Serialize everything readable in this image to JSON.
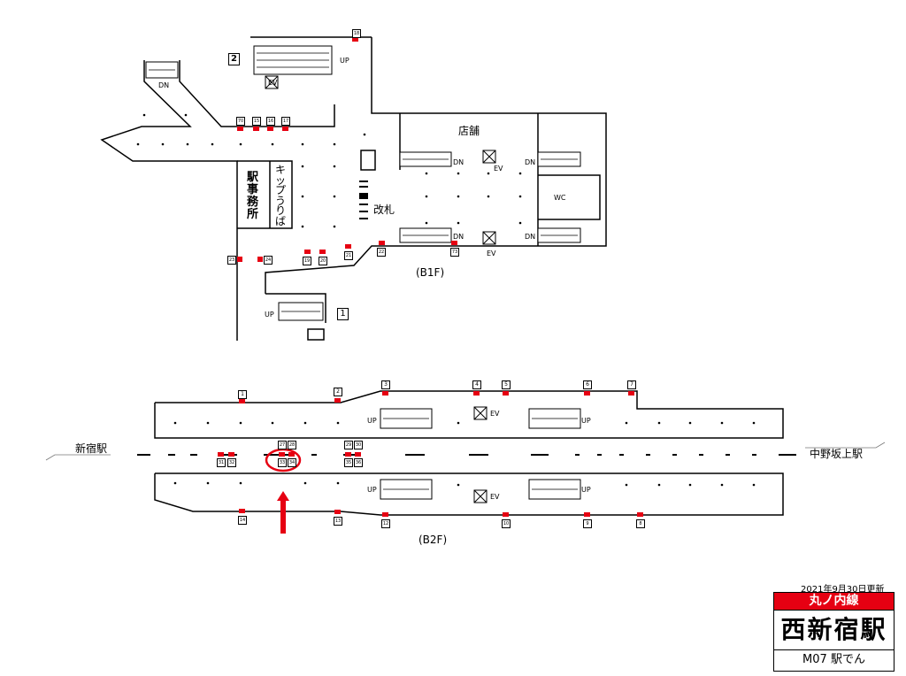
{
  "floors": {
    "b1": "(B1F)",
    "b2": "(B2F)"
  },
  "b1": {
    "shop": "店舗",
    "ticket_gate": "改札",
    "station_office": "駅事務所",
    "ticket_office": "キップうりば",
    "wc": "WC",
    "ev": "EV",
    "up": "UP",
    "dn": "DN",
    "exit_markers": [
      "1",
      "2"
    ],
    "exits": [
      "18",
      "70",
      "15",
      "16",
      "17",
      "23",
      "24",
      "19",
      "20",
      "21",
      "22",
      "73"
    ]
  },
  "b2": {
    "left_station": "新宿駅",
    "right_station": "中野坂上駅",
    "ev": "EV",
    "up": "UP",
    "exits_top": [
      "1",
      "2",
      "3",
      "4",
      "5",
      "6",
      "7"
    ],
    "exits_bottom": [
      "14",
      "13",
      "12",
      "10",
      "9",
      "8"
    ],
    "platform_numbers": [
      "27",
      "28",
      "29",
      "30",
      "31",
      "32",
      "33",
      "34",
      "35",
      "36"
    ]
  },
  "card": {
    "updated": "2021年9月30日更新",
    "line": "丸ノ内線",
    "station": "西新宿駅",
    "code": "M07 駅でん"
  },
  "colors": {
    "accent": "#e60012"
  }
}
